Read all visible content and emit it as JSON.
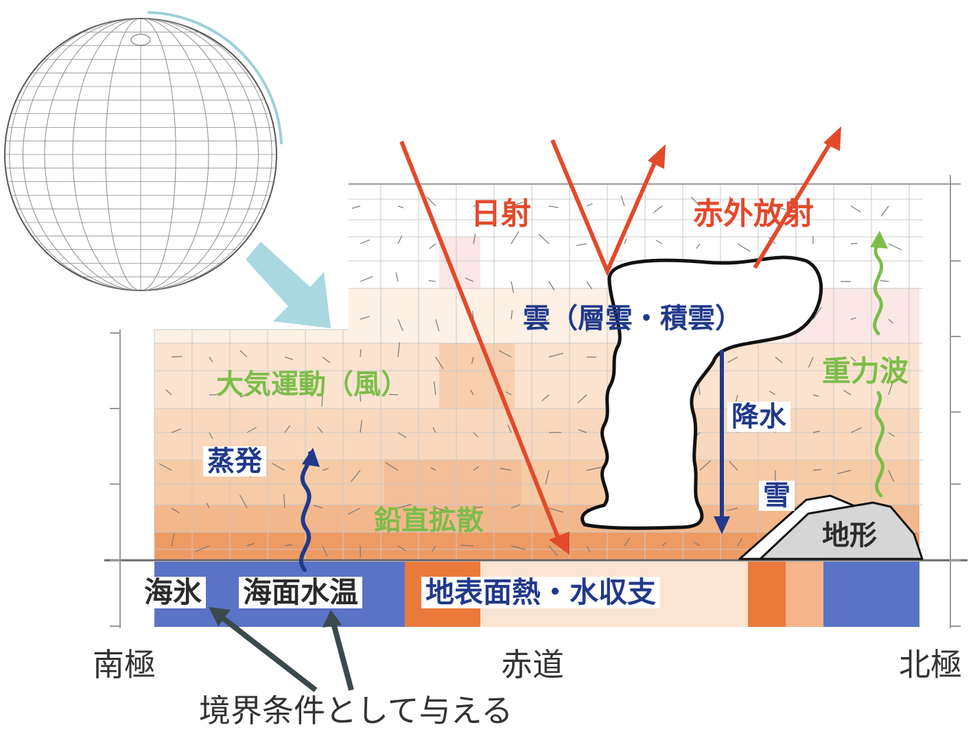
{
  "colors": {
    "solar": "#e24a2c",
    "wave": "#7cbd4a",
    "water": "#21398a",
    "sea_ice": "#5b73c6",
    "warm_dark": "#ea7a3c",
    "warm_mid": "#f5b48a",
    "warm_light": "#fbe0c8",
    "pointer": "#a9d8e0",
    "boundary_arrow": "#3a4a4c"
  },
  "labels": {
    "solar": "日射",
    "infrared": "赤外放射",
    "cloud": "雲（層雲・積雲）",
    "atmo_motion": "大気運動（風）",
    "gravity_wave": "重力波",
    "precipitation": "降水",
    "evaporation": "蒸発",
    "vertical_diffusion": "鉛直拡散",
    "snow": "雪",
    "terrain": "地形",
    "sea_ice": "海氷",
    "sst": "海面水温",
    "surface_budget": "地表面熱・水収支",
    "boundary_condition": "境界条件として与える"
  },
  "axis": {
    "south_pole": "南極",
    "equator": "赤道",
    "north_pole": "北極"
  }
}
